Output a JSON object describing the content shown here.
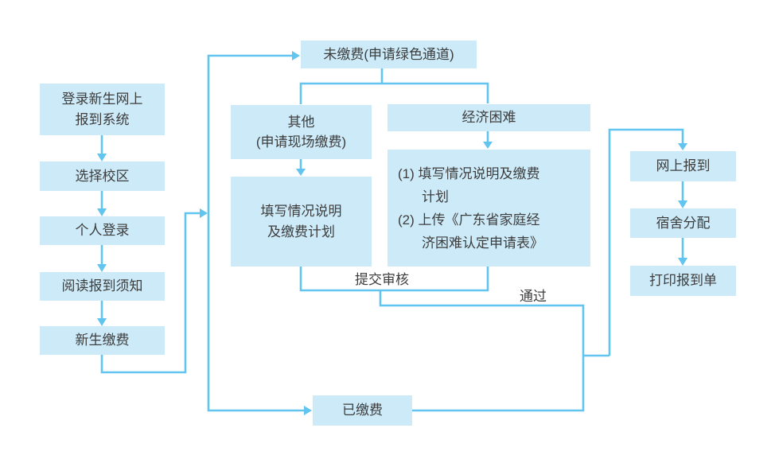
{
  "colors": {
    "box_fill": "#cdeaf8",
    "line": "#62c5ef",
    "text": "#3d3d3d",
    "background": "#ffffff"
  },
  "nodes": {
    "login": {
      "label": "登录新生网上\n报到系统"
    },
    "campus": {
      "label": "选择校区"
    },
    "personal_login": {
      "label": "个人登录"
    },
    "notice": {
      "label": "阅读报到须知"
    },
    "pay": {
      "label": "新生缴费"
    },
    "unpaid": {
      "label": "未缴费(申请绿色通道)"
    },
    "other": {
      "label": "其他\n(申请现场缴费)"
    },
    "fill_plan": {
      "label": "填写情况说明\n及缴费计划"
    },
    "hardship": {
      "label": "经济困难"
    },
    "hardship_steps": {
      "items": [
        "(1) 填写情况说明及缴费\n计划",
        "(2) 上传《广东省家庭经\n济困难认定申请表》"
      ]
    },
    "paid": {
      "label": "已缴费"
    },
    "online_checkin": {
      "label": "网上报到"
    },
    "dorm": {
      "label": "宿舍分配"
    },
    "print_slip": {
      "label": "打印报到单"
    }
  },
  "edge_labels": {
    "submit_review": "提交审核",
    "pass": "通过"
  }
}
